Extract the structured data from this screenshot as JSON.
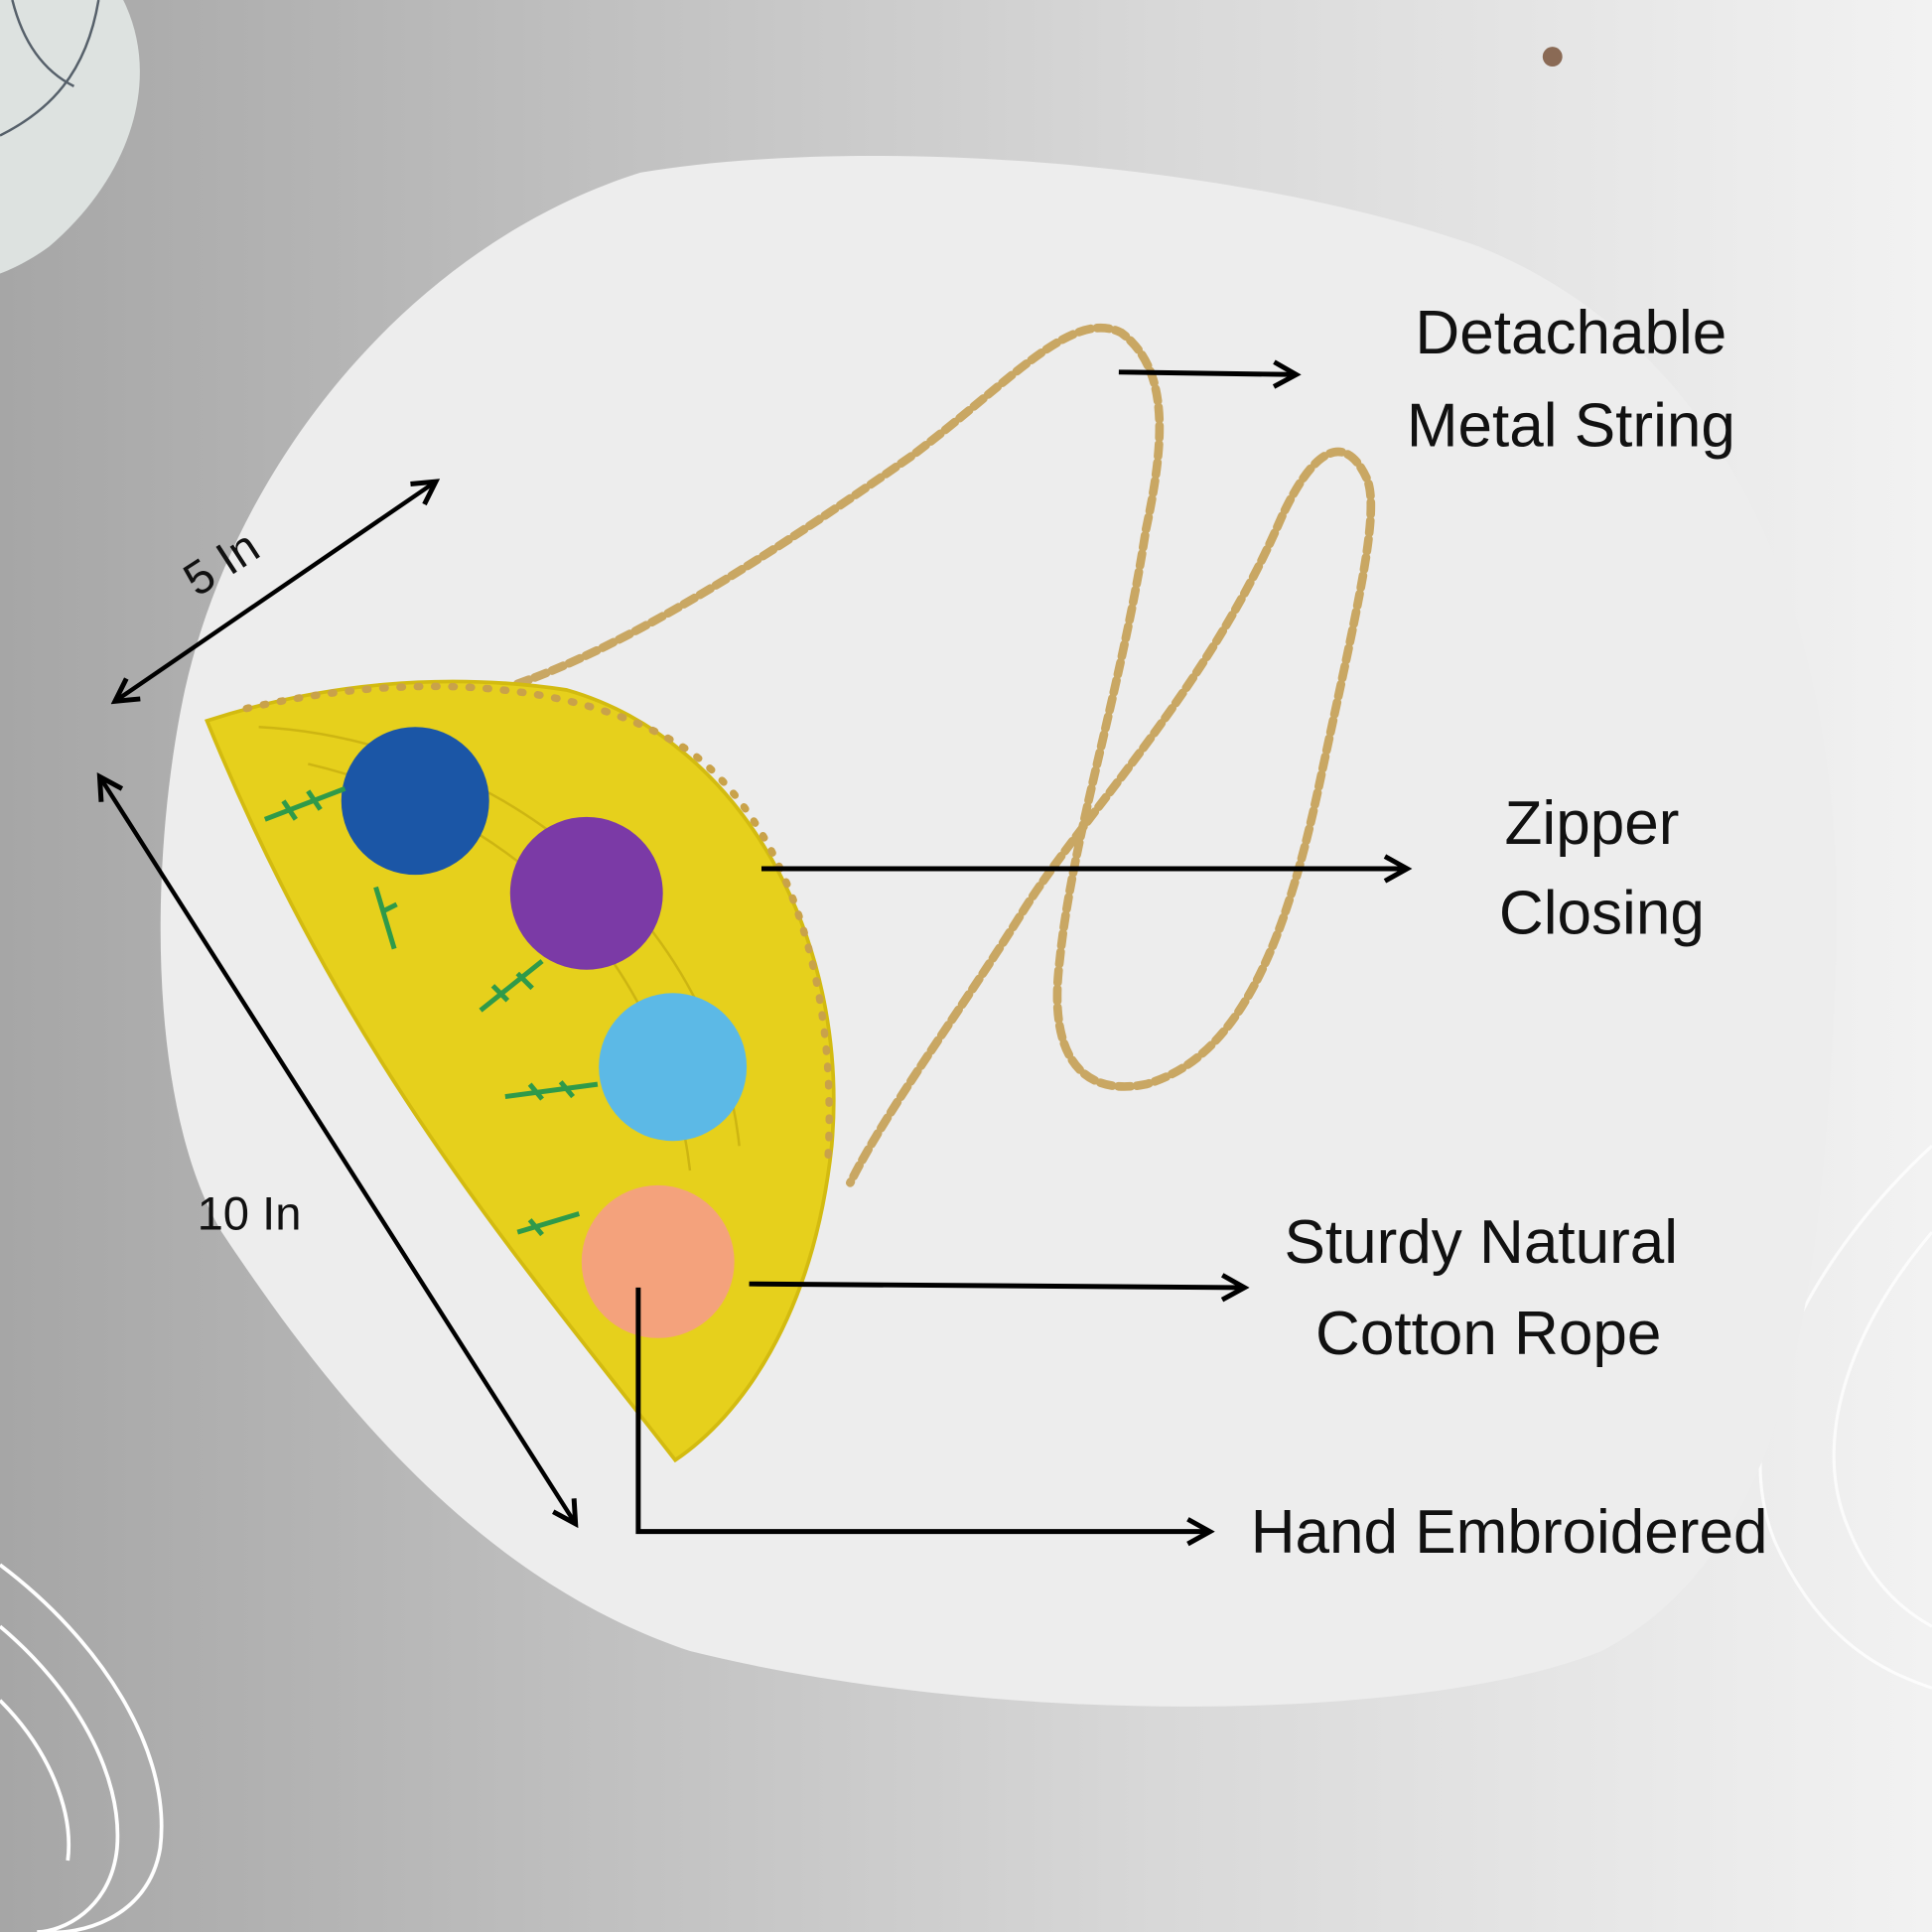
{
  "dimensions": {
    "width_label": "5 In",
    "height_label": "10 In"
  },
  "features": [
    {
      "line1": "Detachable",
      "line2": "Metal String"
    },
    {
      "line1": "Zipper",
      "line2": "Closing"
    },
    {
      "line1": "Sturdy Natural",
      "line2": "Cotton Rope"
    },
    {
      "line1": "Hand Embroidered"
    }
  ],
  "colors": {
    "bag": "#e6d01c",
    "flower_blue": "#1b56a6",
    "flower_purple": "#7b3aa6",
    "flower_light_blue": "#5cb9e6",
    "flower_peach": "#f4a27c",
    "chain": "#c9a763"
  }
}
